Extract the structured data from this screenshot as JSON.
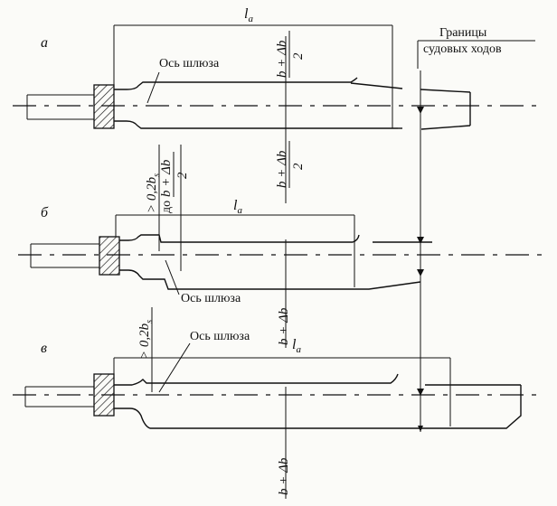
{
  "labels": {
    "scheme_a": "а",
    "scheme_b": "б",
    "scheme_v": "в",
    "lock_axis": "Ось шлюза",
    "boundary_line1": "Границы",
    "boundary_line2": "судовых ходов",
    "la_l": "l",
    "la_sub": "a",
    "half_width_num": "b + Δb",
    "half_width_den": "2",
    "full_width": "b + Δb",
    "min_offset": "> 0,2b",
    "min_offset_sub": "s",
    "upto_prefix": "до",
    "upto_num": "b + Δb",
    "upto_den": "2"
  }
}
